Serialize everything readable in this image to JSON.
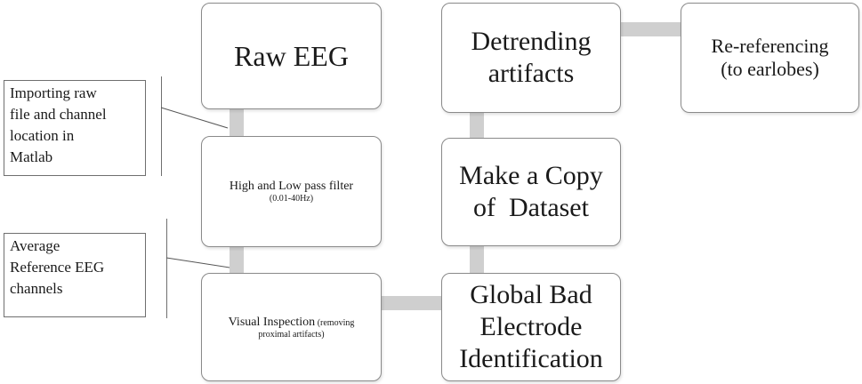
{
  "boxes": {
    "raw_eeg": "Raw EEG",
    "filter": {
      "main": "High and Low pass filter",
      "sub": "(0.01-40Hz)"
    },
    "visual": {
      "main": "Visual Inspection",
      "sub_inline": " (removing",
      "sub_line2": "proximal artifacts)"
    },
    "global_bad": [
      "Global Bad",
      "Electrode",
      "Identification"
    ],
    "copy": [
      "Make a Copy",
      "of  Dataset"
    ],
    "detrending": [
      "Detrending",
      "artifacts"
    ],
    "rereferencing": [
      "Re-referencing",
      "(to earlobes)"
    ]
  },
  "notes": {
    "importing": [
      "Importing raw",
      "file and channel",
      "location in",
      "Matlab"
    ],
    "average": [
      "Average",
      "Reference EEG",
      "channels"
    ]
  }
}
